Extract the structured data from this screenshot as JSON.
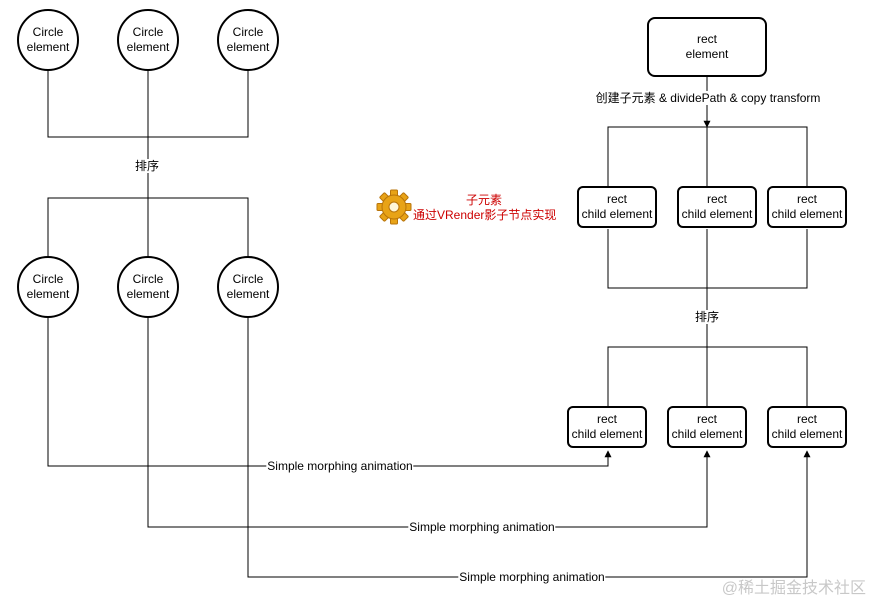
{
  "left_top_circles": [
    {
      "line1": "Circle",
      "line2": "element"
    },
    {
      "line1": "Circle",
      "line2": "element"
    },
    {
      "line1": "Circle",
      "line2": "element"
    }
  ],
  "left_bottom_circles": [
    {
      "line1": "Circle",
      "line2": "element"
    },
    {
      "line1": "Circle",
      "line2": "element"
    },
    {
      "line1": "Circle",
      "line2": "element"
    }
  ],
  "sort_label_left": "排序",
  "sort_label_right": "排序",
  "top_rect": {
    "line1": "rect",
    "line2": "element"
  },
  "divide_label": "创建子元素 & dividePath & copy transform",
  "child_rects_top": [
    {
      "line1": "rect",
      "line2": "child element"
    },
    {
      "line1": "rect",
      "line2": "child element"
    },
    {
      "line1": "rect",
      "line2": "child element"
    }
  ],
  "child_rects_bottom": [
    {
      "line1": "rect",
      "line2": "child element"
    },
    {
      "line1": "rect",
      "line2": "child element"
    },
    {
      "line1": "rect",
      "line2": "child element"
    }
  ],
  "note": {
    "line1": "子元素",
    "line2": "通过VRender影子节点实现",
    "color": "#cc0000"
  },
  "icons": {
    "note_icon": "gear-icon"
  },
  "morph_labels": [
    "Simple morphing animation",
    "Simple morphing animation",
    "Simple morphing animation"
  ],
  "watermark": "@稀土掘金技术社区"
}
